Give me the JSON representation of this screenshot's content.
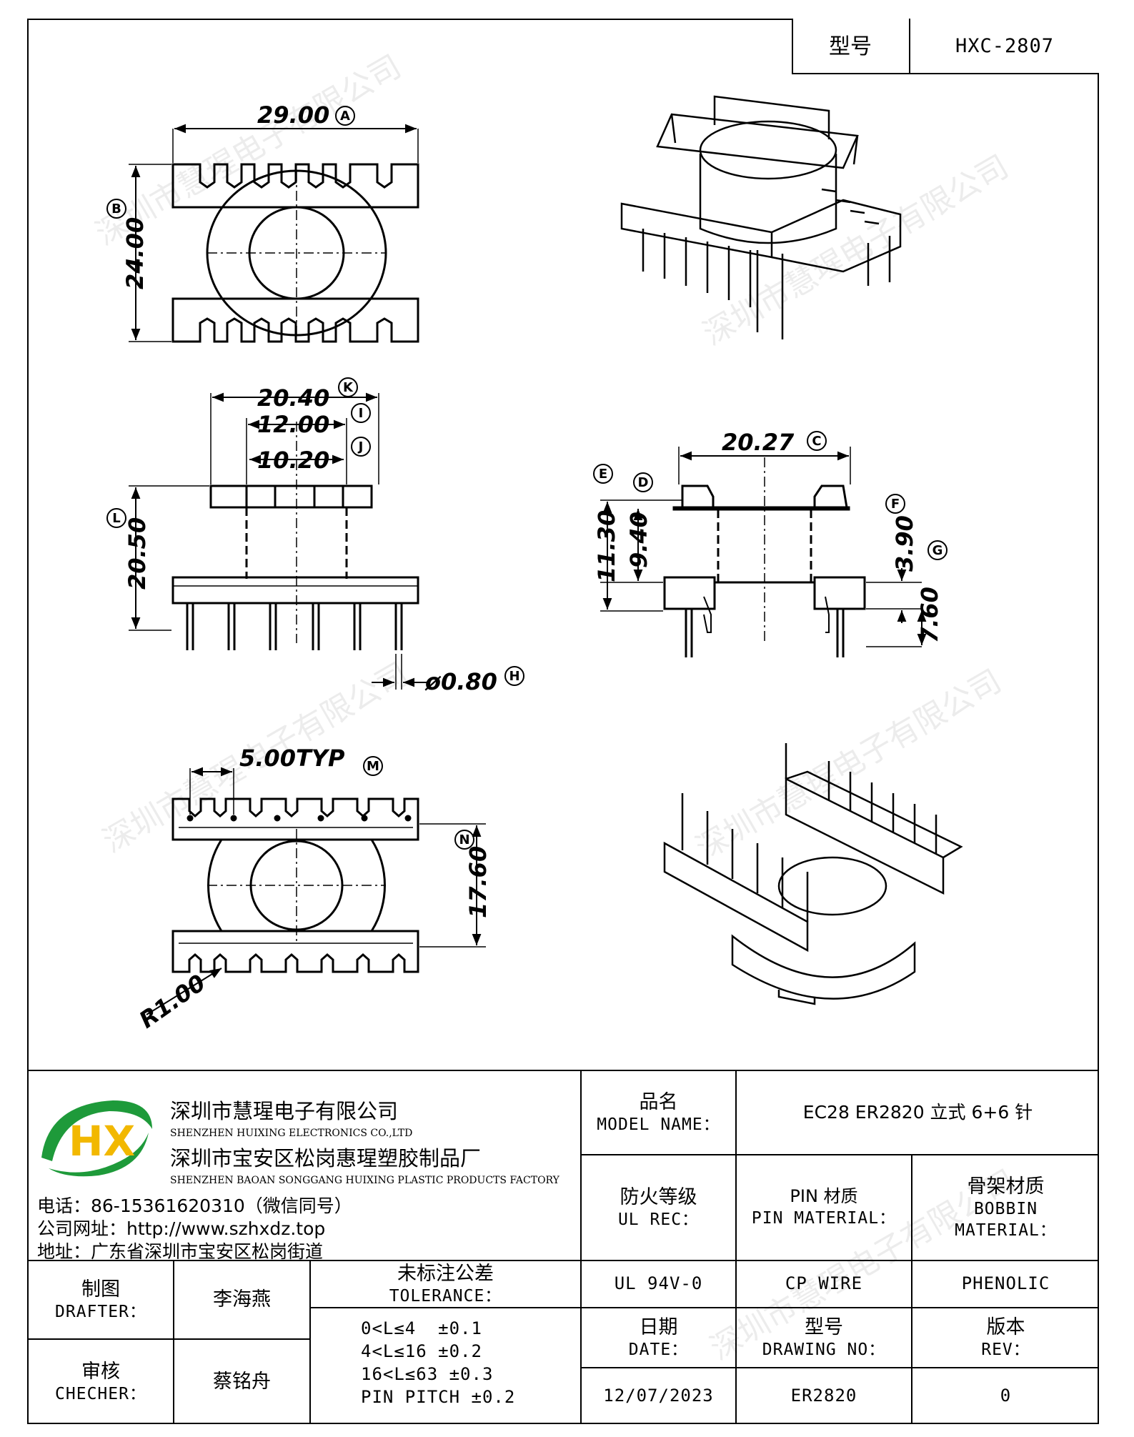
{
  "header": {
    "model_label": "型号",
    "model_value": "HXC-2807"
  },
  "dimensions": {
    "d_29": "29.00",
    "d_24": "24.00",
    "d_2040": "20.40",
    "d_1200": "12.00",
    "d_1020": "10.20",
    "d_2050": "20.50",
    "d_080": "ø0.80",
    "d_2027": "20.27",
    "d_1130": "11.30",
    "d_940": "9.40",
    "d_390": "3.90",
    "d_760": "7.60",
    "d_500": "5.00TYP",
    "d_1760": "17.60",
    "d_r100": "R1.00",
    "tag_a": "A",
    "tag_b": "B",
    "tag_k": "K",
    "tag_i": "I",
    "tag_j": "J",
    "tag_l": "L",
    "tag_h": "H",
    "tag_c": "C",
    "tag_e": "E",
    "tag_d": "D",
    "tag_f": "F",
    "tag_g": "G",
    "tag_m": "M",
    "tag_n": "N"
  },
  "watermark": "深圳市慧瑆电子有限公司",
  "company": {
    "logo_letters": "HX",
    "name_cn": "深圳市慧瑆电子有限公司",
    "name_en": "SHENZHEN HUIXING ELECTRONICS CO.,LTD",
    "factory_cn": "深圳市宝安区松岗惠瑆塑胶制品厂",
    "factory_en": "SHENZHEN BAOAN SONGGANG HUIXING PLASTIC PRODUCTS FACTORY",
    "phone": "电话：86-15361620310（微信同号）",
    "website": "公司网址：http://www.szhxdz.top",
    "address": "地址：广东省深圳市宝安区松岗街道"
  },
  "titleblock": {
    "model_name_cn": "品名",
    "model_name_en": "MODEL NAME：",
    "model_name_value": "EC28 ER2820 立式 6+6 针",
    "ul_cn": "防火等级",
    "ul_en": "UL REC：",
    "ul_value": "UL 94V-0",
    "pin_cn": "PIN 材质",
    "pin_en": "PIN MATERIAL：",
    "pin_value": "CP WIRE",
    "bobbin_cn": "骨架材质",
    "bobbin_en1": "BOBBIN",
    "bobbin_en2": "MATERIAL：",
    "bobbin_value": "PHENOLIC",
    "drafter_cn": "制图",
    "drafter_en": "DRAFTER：",
    "drafter_value": "李海燕",
    "checker_cn": "审核",
    "checker_en": "CHECHER：",
    "checker_value": "蔡铭舟",
    "tol_cn": "未标注公差",
    "tol_en": "TOLERANCE：",
    "tol_lines": [
      "0<L≤4  ±0.1",
      "4<L≤16 ±0.2",
      "16<L≤63 ±0.3",
      "PIN PITCH ±0.2"
    ],
    "date_cn": "日期",
    "date_en": "DATE：",
    "date_value": "12/07/2023",
    "dwg_cn": "型号",
    "dwg_en": "DRAWING NO：",
    "dwg_value": "ER2820",
    "rev_cn": "版本",
    "rev_en": "REV：",
    "rev_value": "0"
  }
}
